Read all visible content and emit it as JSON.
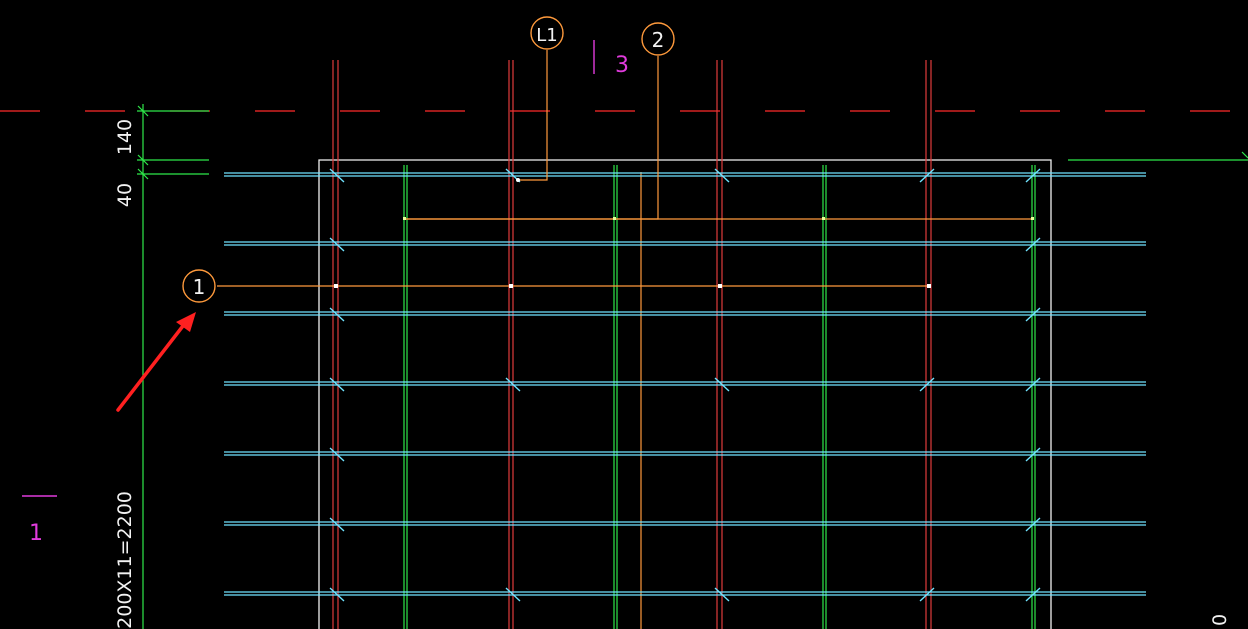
{
  "colors": {
    "background": "#000000",
    "axis_red": "#ff2a2a",
    "rebar_red": "#e03b3b",
    "cyan": "#6fe3ff",
    "green": "#2ee84a",
    "white": "#f2f2f2",
    "orange": "#ff9a3c",
    "magenta": "#e03bdc",
    "annotation_arrow": "#ff2020"
  },
  "callouts": {
    "c1": "1",
    "c2": "2",
    "cL1": "L1"
  },
  "section_marks": {
    "top": "3",
    "left": "1"
  },
  "dimensions": {
    "d140": "140",
    "d40": "40",
    "dspan": "200X11=2200",
    "right_edge": "0"
  },
  "icons": {
    "arrow": "red-arrow-icon"
  }
}
